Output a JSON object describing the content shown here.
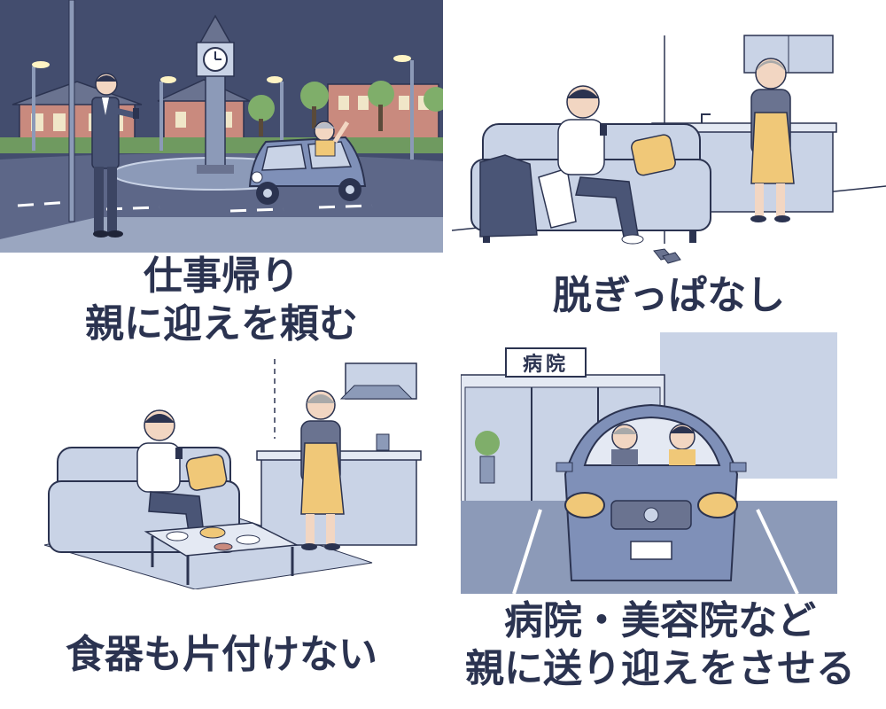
{
  "panels": {
    "top_left": {
      "caption_line1": "仕事帰り",
      "caption_line2": "親に迎えを頼む"
    },
    "top_right": {
      "caption": "脱ぎっぱなし"
    },
    "bottom_left": {
      "caption": "食器も片付けない"
    },
    "bottom_right": {
      "sign": "病院",
      "caption_line1": "病院・美容院など",
      "caption_line2": "親に送り迎えをさせる"
    }
  },
  "colors": {
    "navy": "#2b3350",
    "night_sky": "#434d6e",
    "blue_gray": "#8c9ab8",
    "light_blue": "#c9d3e6",
    "yellow": "#f0c878",
    "brick": "#c98a7e"
  }
}
